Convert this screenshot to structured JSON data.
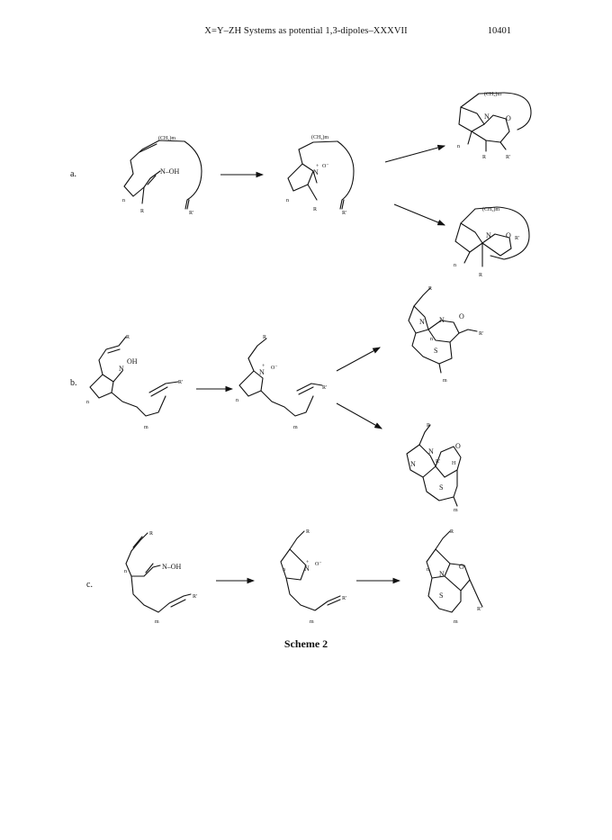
{
  "header": {
    "title": "X=Y–ZH Systems as potential 1,3-dipoles–XXXVII",
    "page_number": "10401"
  },
  "scheme": {
    "caption": "Scheme 2",
    "row_labels": [
      "a.",
      "b.",
      "c."
    ],
    "atom_labels": {
      "ch2m": "(CH₂)m",
      "noh": "N–OH",
      "oh": "OH",
      "n": "N",
      "o": "O",
      "nplus": "N",
      "ominus": "O⁻",
      "plus": "+",
      "r": "R",
      "rprime": "R'",
      "s": "S",
      "h": "H",
      "sub_n": "n",
      "sub_m": "m"
    }
  }
}
